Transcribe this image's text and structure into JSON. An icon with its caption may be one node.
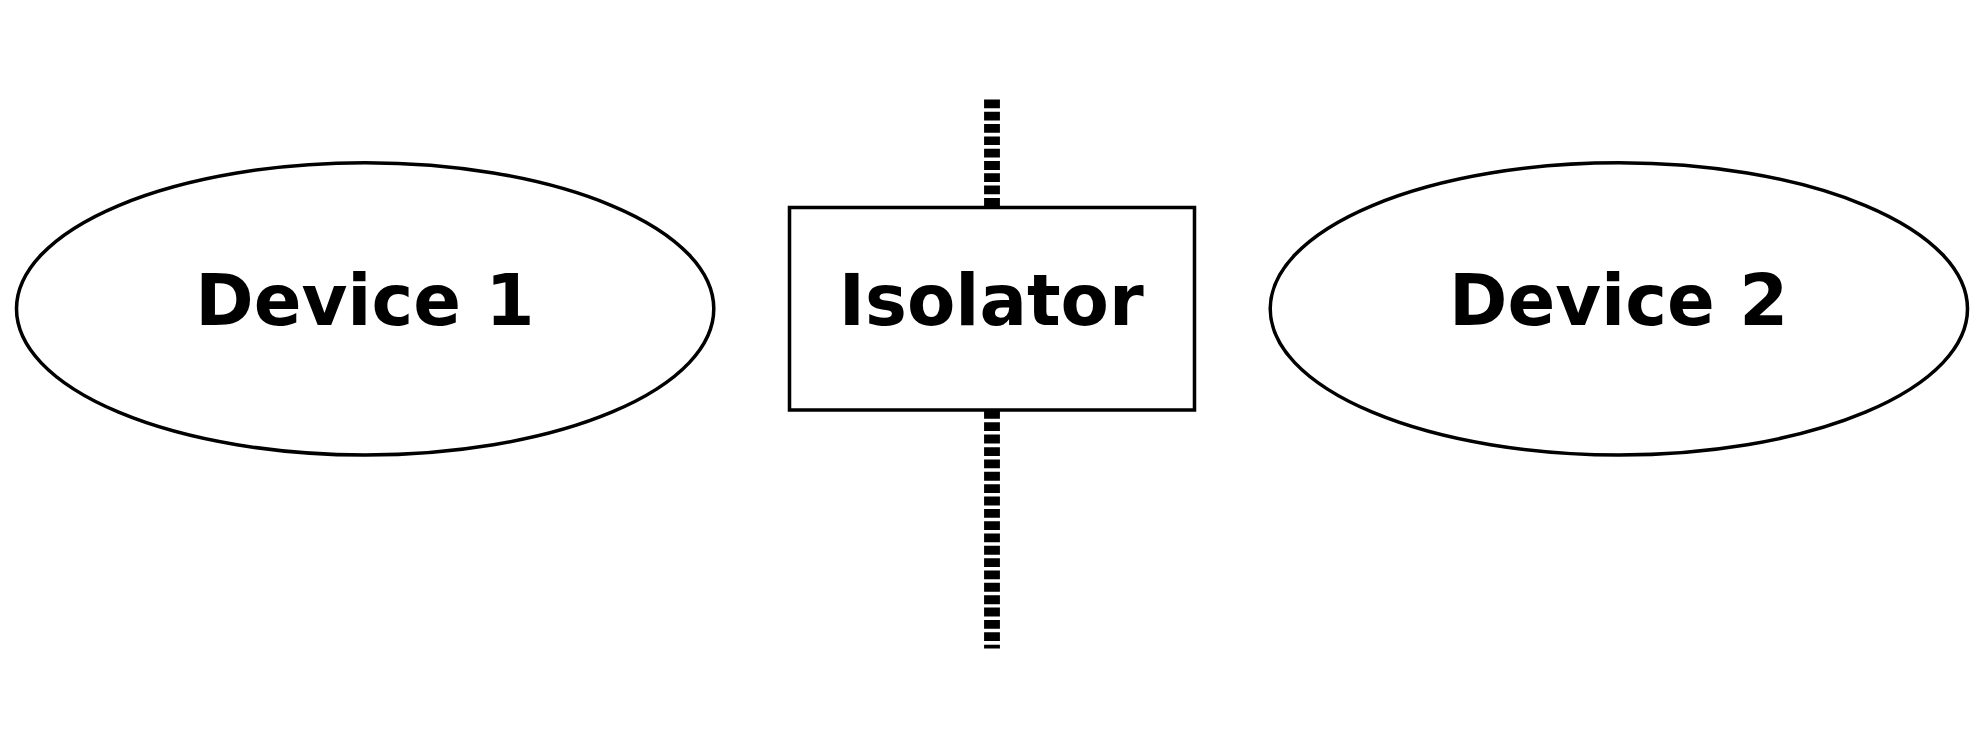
{
  "diagram": {
    "nodes": [
      {
        "text": [
          "Device 1"
        ]
      },
      {
        "text": [
          "Isolator"
        ]
      },
      {
        "text": [
          "Device 2"
        ]
      }
    ],
    "edges": [
      {
        "from": null,
        "to": 1,
        "arrow": "none",
        "style": "dashed"
      },
      {
        "from": 1,
        "to": null,
        "arrow": "none",
        "style": "dashed"
      }
    ]
  }
}
